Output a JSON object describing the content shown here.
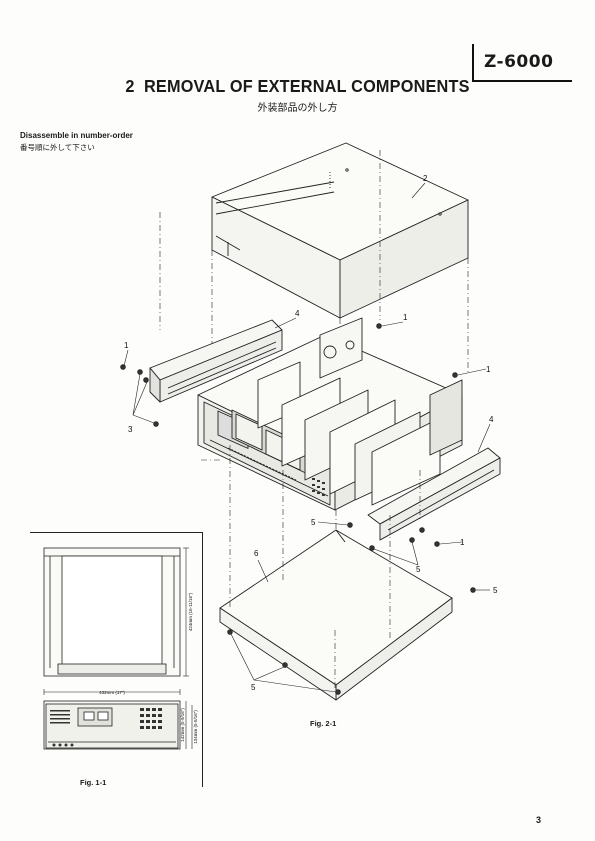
{
  "header": {
    "model": "Z-6000"
  },
  "title": {
    "number": "2",
    "text": "REMOVAL OF EXTERNAL COMPONENTS",
    "japanese": "外装部品の外し方"
  },
  "instructions": {
    "english": "Disassemble in number-order",
    "japanese": "番号順に外して下さい"
  },
  "callouts": [
    "1",
    "2",
    "3",
    "4",
    "5",
    "6"
  ],
  "figure_2_1": {
    "caption": "Fig. 2-1"
  },
  "figure_1_1": {
    "caption": "Fig. 1-1",
    "width_dimension": "432mm (17\")",
    "depth_dimension": "424mm (16-11/16\")",
    "height_dimension_1": "142mm (5-9/16\")",
    "height_dimension_2": "134mm (5-5/16\")"
  },
  "footer": {
    "page_number": "3"
  }
}
